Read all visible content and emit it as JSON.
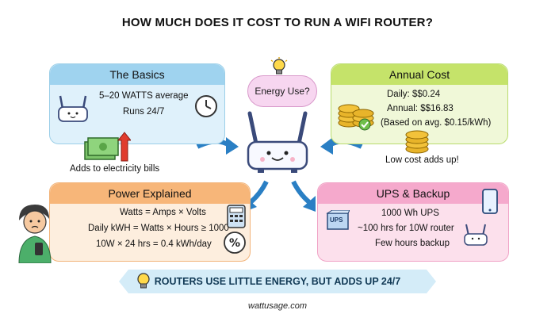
{
  "title": "HOW MUCH DOES IT COST TO RUN A WIFI ROUTER?",
  "bubble": "Energy Use?",
  "basics": {
    "header": "The Basics",
    "line1": "5–20 WATTS average",
    "line2": "Runs 24/7",
    "caption": "Adds to electricity bills"
  },
  "annual": {
    "header": "Annual Cost",
    "line1": "Daily: $$0.24",
    "line2": "Annual: $$16.83",
    "line3": "(Based on avg. $0.15/kWh)",
    "caption": "Low cost adds up!"
  },
  "power": {
    "header": "Power Explained",
    "line1": "Watts = Amps × Volts",
    "line2": "Daily kWH = Watts × Hours ≥ 1000",
    "line3": "10W × 24 hrs = 0.4 kWh/day"
  },
  "ups": {
    "header": "UPS & Backup",
    "box_label": "UPS",
    "line1": "1000 Wh UPS",
    "line2": "~100 hrs for 10W router",
    "line3": "Few hours backup"
  },
  "banner": "ROUTERS USE LITTLE ENERGY, BUT ADDS UP 24/7",
  "footer": "wattusage.com",
  "colors": {
    "basics": "#9fd3ef",
    "annual": "#c5e36a",
    "power": "#f7b679",
    "ups": "#f5a9cc",
    "banner": "#d4ecf8"
  },
  "icons": [
    "lightbulb-icon",
    "router-icon",
    "clock-icon",
    "money-stack-icon",
    "coin-stack-icon",
    "calculator-icon",
    "percent-icon",
    "person-icon",
    "phone-icon",
    "battery-icon"
  ]
}
